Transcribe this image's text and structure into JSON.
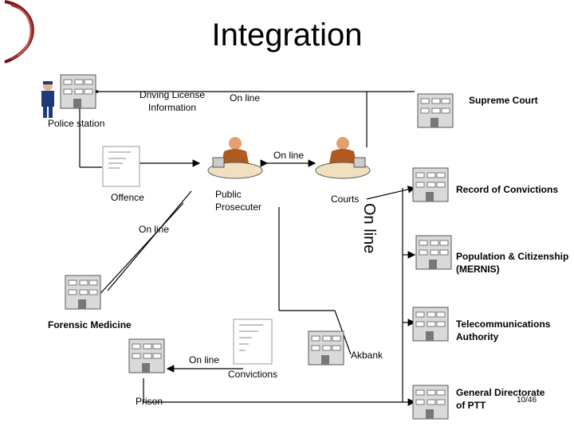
{
  "title": "Integration",
  "nodes": {
    "police": "Police station",
    "supreme_court": "Supreme Court",
    "offence": "Offence",
    "public_prosecutor_1": "Public",
    "public_prosecutor_2": "Prosecuter",
    "courts": "Courts",
    "record": "Record of Convictions",
    "population_1": "Population & Citizenship",
    "population_2": "(MERNIS)",
    "forensic": "Forensic Medicine",
    "telecom_1": "Telecommunications",
    "telecom_2": "Authority",
    "akbank": "Akbank",
    "convictions": "Convictions",
    "prison": "Prison",
    "ptt_1": "General Directorate",
    "ptt_2": "of PTT"
  },
  "links": {
    "driving_1": "Driving License",
    "driving_2": "Information",
    "online_top": "On line",
    "online_mid": "On line",
    "online_left": "On line",
    "online_vertical": "On line",
    "online_bottom": "On line"
  },
  "page_number": "10/46",
  "colors": {
    "accent": "#7a1010",
    "line": "#000000",
    "building": "#d9d9d9"
  }
}
